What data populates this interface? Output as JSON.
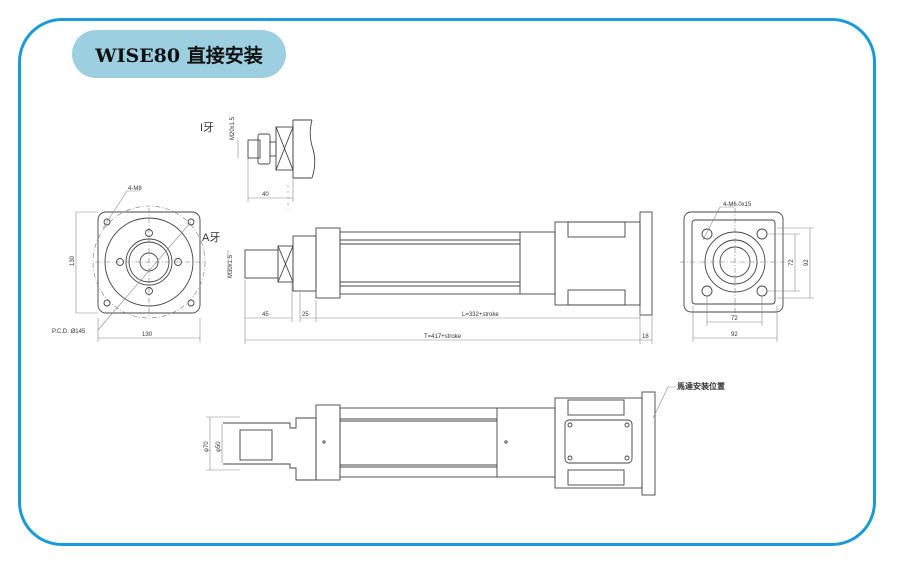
{
  "title": "WISE80 直接安装",
  "colors": {
    "border": "#1a9ad6",
    "title_bg": "#9ccfe0"
  },
  "drawing": {
    "front_view": {
      "holes": "4-M8",
      "pcd": "P.C.D. Ø145",
      "height": "130",
      "width": "130"
    },
    "i_thread": {
      "label": "I牙",
      "thread": "M20x1.5",
      "length": "40"
    },
    "a_thread": {
      "label": "A牙",
      "thread": "M30x1.5"
    },
    "side_view": {
      "rod_length": "45",
      "collar": "25",
      "L": "L=332+stroke",
      "T": "T=417+stroke",
      "flange": "18"
    },
    "rear_view": {
      "holes": "4-M6.0x15",
      "h_inner": "72",
      "h_outer": "92",
      "v_inner": "72",
      "v_outer": "92"
    },
    "bottom_view": {
      "outer_dia": "φ70",
      "inner_dia": "φ50",
      "motor_label": "馬達安装位置"
    }
  }
}
